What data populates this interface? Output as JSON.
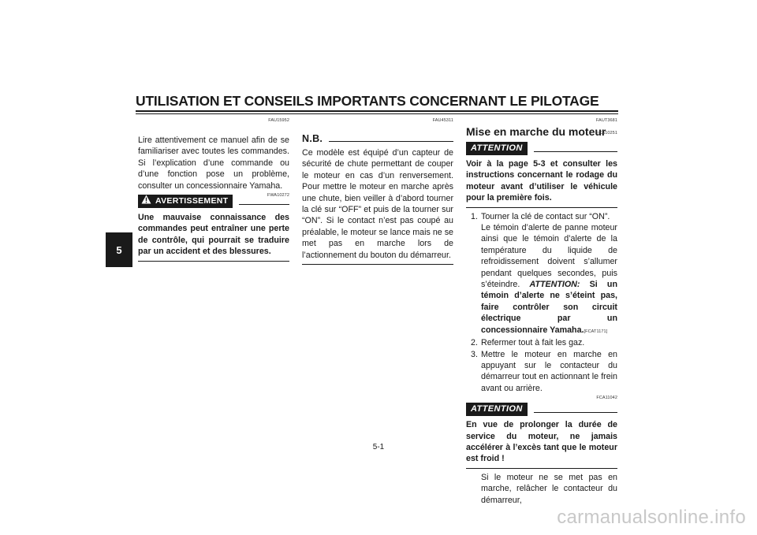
{
  "header": {
    "title": "UTILISATION ET CONSEILS IMPORTANTS CONCERNANT LE PILOTAGE",
    "chapter_number": "5"
  },
  "col1": {
    "code_intro": "FAU15952",
    "intro_text": "Lire attentivement ce manuel afin de se familiariser avec toutes les commandes. Si l’explication d’une commande ou d’une fonction pose un problème, consulter un concessionnaire Yamaha.",
    "warning": {
      "label": "AVERTISSEMENT",
      "code": "FWA10272",
      "text": "Une mauvaise connaissance des commandes peut entraîner une perte de contrôle, qui pourrait se traduire par un accident et des blessures."
    }
  },
  "col2": {
    "code": "FAU45311",
    "nb_label": "N.B.",
    "nb_text": "Ce modèle est équipé d’un capteur de sécurité de chute permettant de couper le moteur en cas d’un renversement. Pour mettre le moteur en marche après une chute, bien veiller à d’abord tourner la clé sur “OFF” et puis de la tourner sur “ON”. Si le contact n’est pas coupé au préalable, le moteur se lance mais ne se met pas en marche lors de l’actionnement du bouton du démarreur."
  },
  "col3": {
    "code_section": "FAUT3681",
    "section_title": "Mise en marche du moteur",
    "attention1": {
      "code": "FCA10251",
      "label": "ATTENTION",
      "text": "Voir à la page 5-3 et consulter les instructions concernant le rodage du moteur avant d’utiliser le véhicule pour la première fois."
    },
    "steps": [
      {
        "num": "1.",
        "line1": "Tourner la clé de contact sur “ON”.",
        "line2": "Le témoin d’alerte de panne moteur ainsi que le témoin d’alerte de la température du liquide de refroidissement doivent s’allumer pendant quelques secondes, puis s’éteindre.",
        "attn_label": "ATTENTION:",
        "attn_text": "Si un témoin d’alerte ne s’éteint pas, faire contrôler son circuit électrique par un concessionnaire Yamaha.",
        "attn_code": "[FCAT1171]"
      },
      {
        "num": "2.",
        "text": "Refermer tout à fait les gaz."
      },
      {
        "num": "3.",
        "text": "Mettre le moteur en marche en appuyant sur le contacteur du démarreur tout en actionnant le frein avant ou arrière."
      }
    ],
    "attention2": {
      "code": "FCA11042",
      "label": "ATTENTION",
      "text": "En vue de prolonger la durée de service du moteur, ne jamais accélérer à l’excès tant que le moteur est froid !"
    },
    "trailing_text": "Si le moteur ne se met pas en marche, relâcher le contacteur du démarreur,"
  },
  "footer": {
    "page_number": "5-1",
    "watermark": "carmanualsonline.info"
  },
  "icons": {
    "warning": "warning-triangle-icon"
  }
}
